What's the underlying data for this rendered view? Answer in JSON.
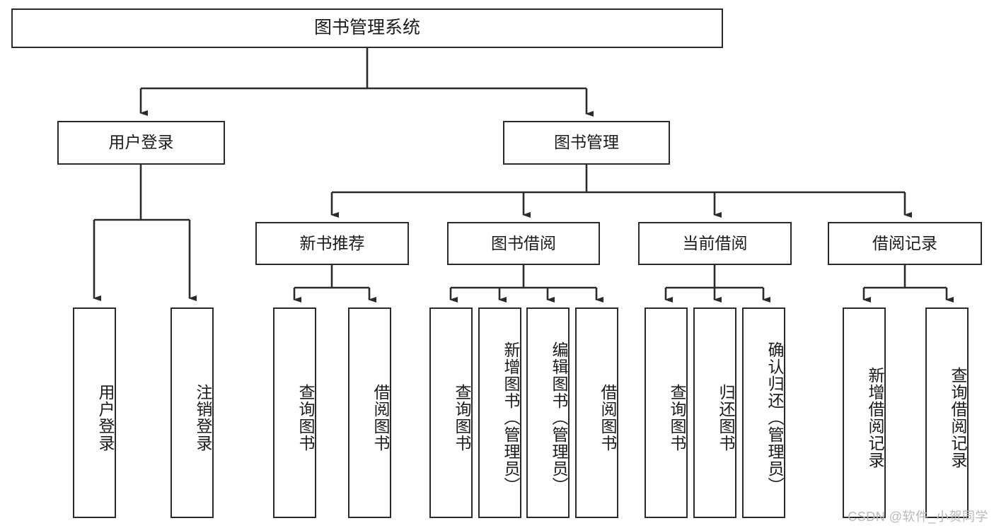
{
  "diagram": {
    "type": "tree-hierarchy",
    "title_node": {
      "label": "图书管理系统",
      "level": 0
    },
    "level2": [
      {
        "id": "user-login",
        "label": "用户登录"
      },
      {
        "id": "book-manage",
        "label": "图书管理"
      }
    ],
    "level3": [
      {
        "id": "new-book-recommend",
        "label": "新书推荐",
        "parent": "book-manage"
      },
      {
        "id": "book-borrow",
        "label": "图书借阅",
        "parent": "book-manage"
      },
      {
        "id": "current-borrow",
        "label": "当前借阅",
        "parent": "book-manage"
      },
      {
        "id": "borrow-record",
        "label": "借阅记录",
        "parent": "book-manage"
      }
    ],
    "leaves": {
      "user_login": [
        {
          "id": "leaf-user-login",
          "label": "用户登录"
        },
        {
          "id": "leaf-logout-login",
          "label": "注销登录"
        }
      ],
      "new_book_recommend": [
        {
          "id": "leaf-query-book-1",
          "label": "查询图书"
        },
        {
          "id": "leaf-borrow-book-1",
          "label": "借阅图书"
        }
      ],
      "book_borrow": [
        {
          "id": "leaf-query-book-2",
          "label": "查询图书"
        },
        {
          "id": "leaf-add-book",
          "label": "新增图书（管理员）"
        },
        {
          "id": "leaf-edit-book",
          "label": "编辑图书（管理员）"
        },
        {
          "id": "leaf-borrow-book-2",
          "label": "借阅图书"
        }
      ],
      "current_borrow": [
        {
          "id": "leaf-query-book-3",
          "label": "查询图书"
        },
        {
          "id": "leaf-return-book",
          "label": "归还图书"
        },
        {
          "id": "leaf-confirm-return",
          "label": "确认归还（管理员）"
        }
      ],
      "borrow_record": [
        {
          "id": "leaf-add-record",
          "label": "新增借阅记录"
        },
        {
          "id": "leaf-query-record",
          "label": "查询借阅记录"
        }
      ]
    }
  },
  "watermark": {
    "text": "CSDN @软件_小贺同学"
  },
  "colors": {
    "stroke": "#2b2b2b",
    "fill": "#ffffff",
    "text": "#1b1b1b",
    "watermark": "#b9b9b9"
  }
}
